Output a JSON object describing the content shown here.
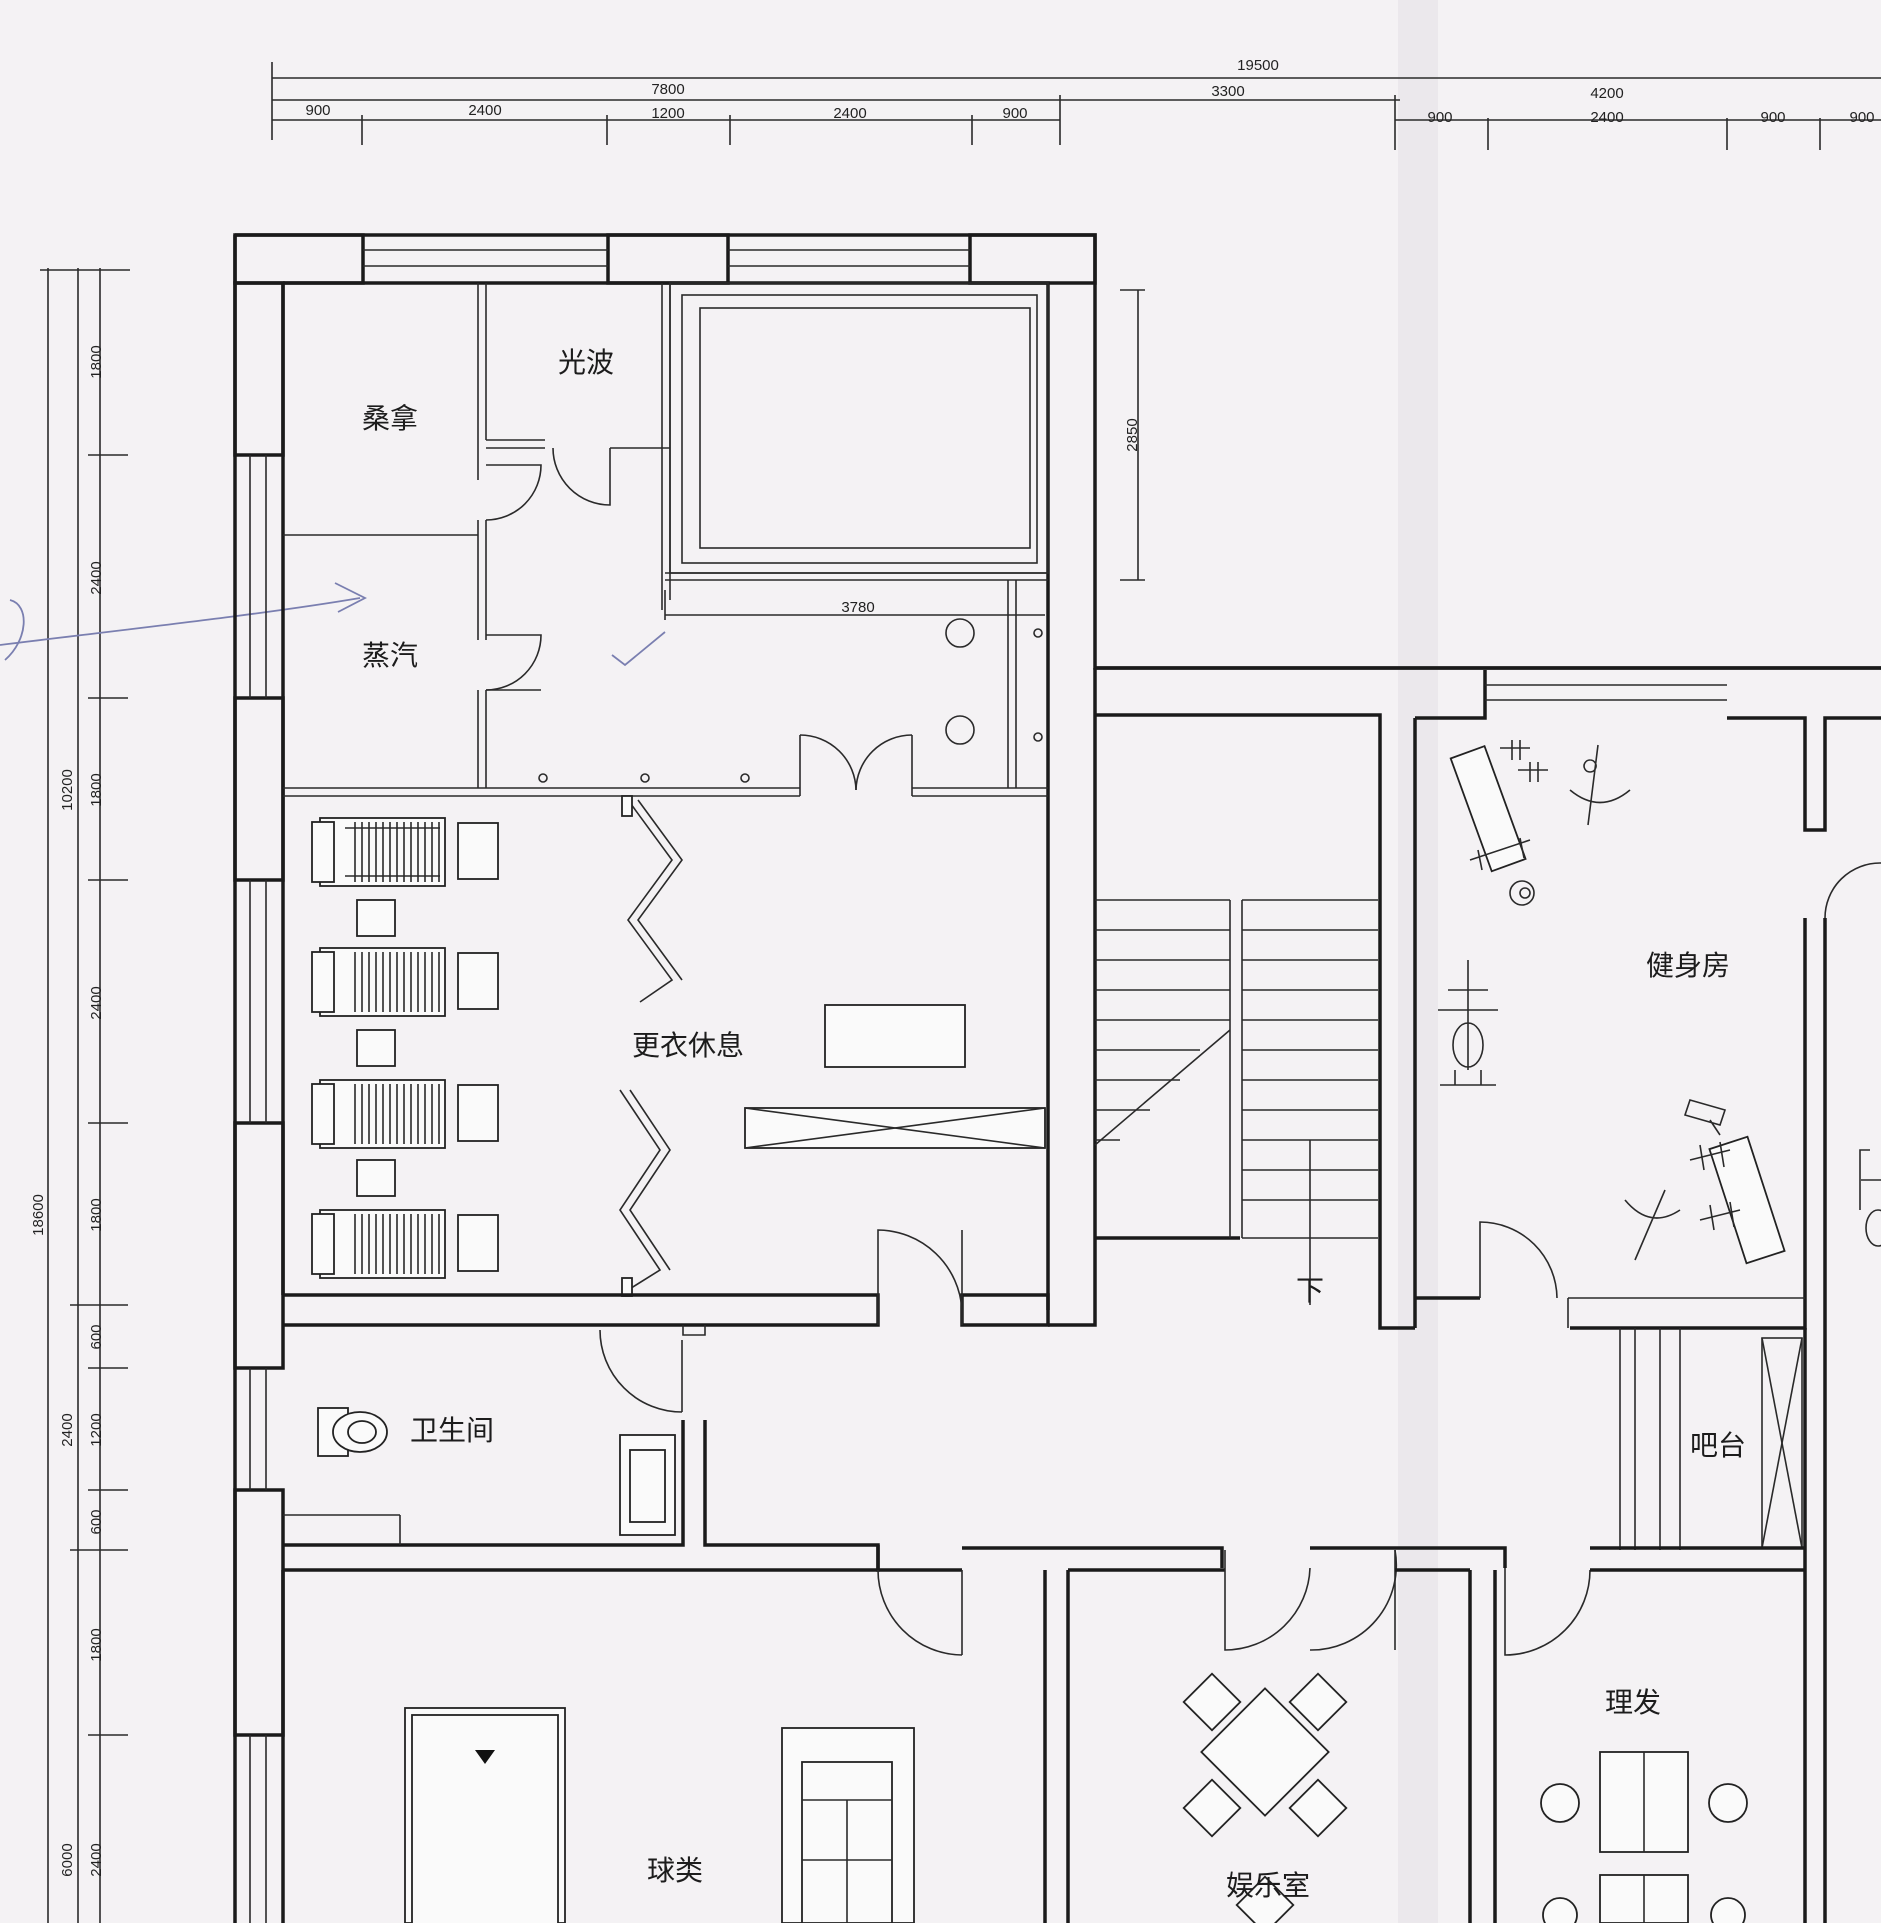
{
  "dimensions": {
    "top_total": "19500",
    "top_left_group": "7800",
    "top_middle": "3300",
    "top_right_group": "4200",
    "top_segments_left": [
      "900",
      "2400",
      "1200",
      "2400",
      "900"
    ],
    "top_segments_right": [
      "900",
      "2400",
      "900",
      "900"
    ],
    "left_total_outer": "18600",
    "left_total_inner": "10200",
    "left_total_lower": "6000",
    "left_segments": [
      "1800",
      "2400",
      "1800",
      "2400",
      "1800",
      "600",
      "1200",
      "600",
      "1800",
      "2400"
    ],
    "left_inner_lower": "2400",
    "pool_height": "2850",
    "pool_width": "3780"
  },
  "rooms": {
    "sauna": "桑拿",
    "lightwave": "光波",
    "steam": "蒸汽",
    "changing": "更衣休息",
    "washroom": "卫生间",
    "gym": "健身房",
    "bar": "吧台",
    "billiards": "球类",
    "entertainment": "娱乐室",
    "barber": "理发",
    "stair_down": "下"
  }
}
